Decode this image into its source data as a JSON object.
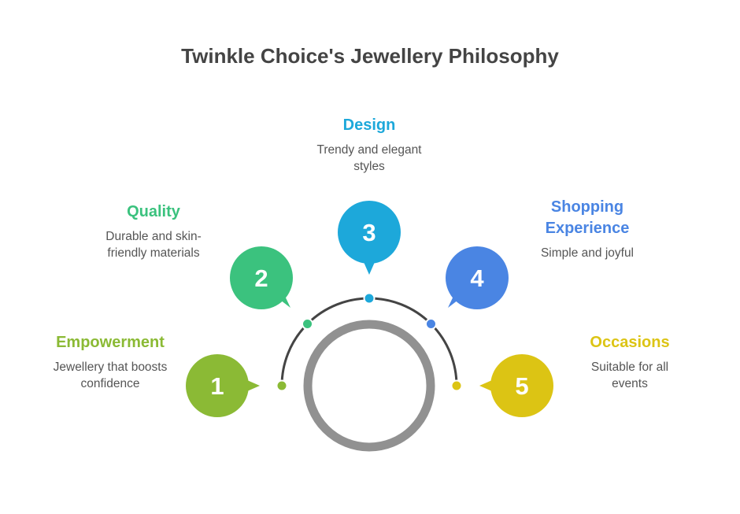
{
  "title": "Twinkle Choice's Jewellery Philosophy",
  "colors": {
    "ring": "#919191",
    "arc": "#444444",
    "title": "#444444",
    "text": "#555555"
  },
  "items": [
    {
      "number": "1",
      "heading": "Empowerment",
      "description": "Jewellery that boosts confidence",
      "color": "#8BBA35"
    },
    {
      "number": "2",
      "heading": "Quality",
      "description": "Durable and skin-friendly materials",
      "color": "#3BC27E"
    },
    {
      "number": "3",
      "heading": "Design",
      "description": "Trendy and elegant styles",
      "color": "#1DA8DA"
    },
    {
      "number": "4",
      "heading": "Shopping Experience",
      "description": "Simple and joyful",
      "color": "#4A85E3"
    },
    {
      "number": "5",
      "heading": "Occasions",
      "description": "Suitable for all events",
      "color": "#DCC414"
    }
  ]
}
